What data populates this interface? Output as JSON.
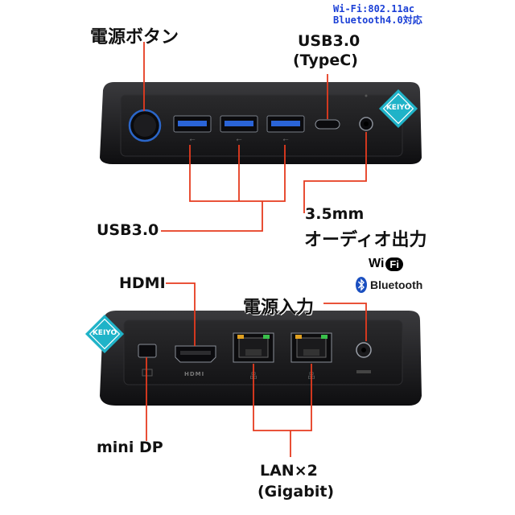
{
  "labels": {
    "power_button": "電源ボタン",
    "wifi_spec": "Wi-Fi:802.11ac",
    "bluetooth_spec": "Bluetooth4.0対応",
    "usb_c_line1": "USB3.0",
    "usb_c_line2": "(TypeC)",
    "usb_a": "USB3.0",
    "audio_line1": "3.5mm",
    "audio_line2": "オーディオ出力",
    "hdmi": "HDMI",
    "power_input": "電源入力",
    "mini_dp": "mini DP",
    "lan_line1": "LAN×2",
    "lan_line2": "(Gigabit)"
  },
  "brand": {
    "badge_text": "KEIYO",
    "wifi_logo_w": "Wi",
    "wifi_logo_fi": "Fi",
    "bluetooth_logo": "Bluetooth",
    "port_hdmi_marking": "HDMI"
  },
  "colors": {
    "leader_line": "#e63b1f",
    "spec_text": "#1a3fd6",
    "device_body": "#1b1b1d",
    "badge": "#1fb3c8"
  }
}
